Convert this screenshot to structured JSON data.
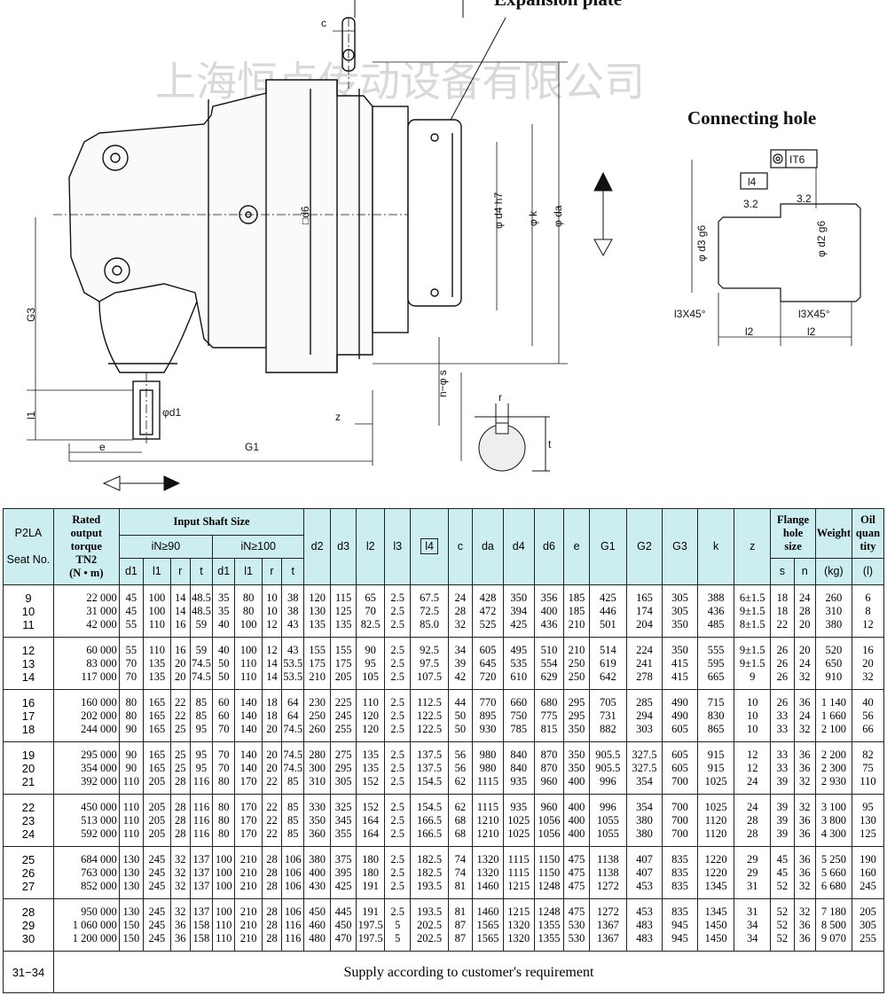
{
  "watermark": "上海恒点传动设备有限公司",
  "drawing": {
    "expansion_plate": "Expansion plate",
    "connecting_hole": "Connecting hole",
    "labels": {
      "c": "c",
      "d6": "□d6",
      "d4h7": "φ d4 h7",
      "k": "φ k",
      "da": "φ da",
      "G3": "G3",
      "l1": "l1",
      "d1": "φd1",
      "e": "e",
      "G1": "G1",
      "z": "z",
      "ns": "n−φ s",
      "r": "r",
      "t": "t",
      "IT6": "IT6",
      "l4": "l4",
      "rough1": "3.2",
      "rough2": "3.2",
      "d3g6": "φ d3 g6",
      "d2g6": "φ d2 g6",
      "chamfer1": "l3X45°",
      "chamfer2": "l3X45°",
      "l2a": "l2",
      "l2b": "l2"
    }
  },
  "table": {
    "head": {
      "model": "P2LA",
      "seat_no": "Seat No.",
      "torque": "Rated\noutput\ntorque\nTN2\n(N • m)",
      "input_shaft": "Input Shaft Size",
      "in90": "iN≥90",
      "in100": "iN≥100",
      "flange": "Flange\nhole\nsize",
      "weight": "Weight",
      "weight_unit": "(kg)",
      "oil": "Oil\nquan\ntity",
      "oil_unit": "(l)",
      "sub": [
        "d1",
        "l1",
        "r",
        "t",
        "d1",
        "l1",
        "r",
        "t"
      ],
      "dims": [
        "d2",
        "d3",
        "l2",
        "l3",
        "l4",
        "c",
        "da",
        "d4",
        "d6",
        "e",
        "G1",
        "G2",
        "G3",
        "k",
        "z"
      ],
      "flange_sub": [
        "s",
        "n"
      ]
    },
    "groups": [
      {
        "seat": "9\n10\n11",
        "torque": "22 000\n31 000\n42 000",
        "cols": [
          "45\n45\n55",
          "100\n100\n110",
          "14\n14\n16",
          "48.5\n48.5\n59",
          "35\n35\n40",
          "80\n80\n100",
          "10\n10\n12",
          "38\n38\n43",
          "120\n130\n135",
          "115\n125\n135",
          "65\n70\n82.5",
          "2.5\n2.5\n2.5",
          "67.5\n72.5\n85.0",
          "24\n28\n32",
          "428\n472\n525",
          "350\n394\n425",
          "356\n400\n436",
          "185\n185\n210",
          "425\n446\n501",
          "165\n174\n204",
          "305\n305\n350",
          "388\n436\n485",
          "6±1.5\n9±1.5\n8±1.5",
          "18\n18\n22",
          "24\n28\n20",
          "260\n310\n380",
          "6\n8\n12"
        ]
      },
      {
        "seat": "12\n13\n14",
        "torque": "60 000\n83 000\n117 000",
        "cols": [
          "55\n70\n70",
          "110\n135\n135",
          "16\n20\n20",
          "59\n74.5\n74.5",
          "40\n50\n50",
          "100\n110\n110",
          "12\n14\n14",
          "43\n53.5\n53.5",
          "155\n175\n210",
          "155\n175\n205",
          "90\n95\n105",
          "2.5\n2.5\n2.5",
          "92.5\n97.5\n107.5",
          "34\n39\n42",
          "605\n645\n720",
          "495\n535\n610",
          "510\n554\n629",
          "210\n250\n250",
          "514\n619\n642",
          "224\n241\n278",
          "350\n415\n415",
          "555\n595\n665",
          "9±1.5\n9±1.5\n9",
          "26\n26\n26",
          "20\n24\n32",
          "520\n650\n910",
          "16\n20\n32"
        ]
      },
      {
        "seat": "16\n17\n18",
        "torque": "160 000\n202 000\n244 000",
        "cols": [
          "80\n80\n90",
          "165\n165\n165",
          "22\n22\n25",
          "85\n85\n95",
          "60\n60\n70",
          "140\n140\n140",
          "18\n18\n20",
          "64\n64\n74.5",
          "230\n250\n260",
          "225\n245\n255",
          "110\n120\n120",
          "2.5\n2.5\n2.5",
          "112.5\n122.5\n122.5",
          "44\n50\n50",
          "770\n895\n930",
          "660\n750\n785",
          "680\n775\n815",
          "295\n295\n350",
          "705\n731\n882",
          "285\n294\n303",
          "490\n490\n605",
          "715\n830\n865",
          "10\n10\n10",
          "26\n33\n33",
          "36\n24\n32",
          "1 140\n1 660\n2 100",
          "40\n56\n66"
        ]
      },
      {
        "seat": "19\n20\n21",
        "torque": "295 000\n354 000\n392 000",
        "cols": [
          "90\n90\n110",
          "165\n165\n205",
          "25\n25\n28",
          "95\n95\n116",
          "70\n70\n80",
          "140\n140\n170",
          "20\n20\n22",
          "74.5\n74.5\n85",
          "280\n300\n310",
          "275\n295\n305",
          "135\n135\n152",
          "2.5\n2.5\n2.5",
          "137.5\n137.5\n154.5",
          "56\n56\n62",
          "980\n980\n1115",
          "840\n840\n935",
          "870\n870\n960",
          "350\n350\n400",
          "905.5\n905.5\n996",
          "327.5\n327.5\n354",
          "605\n605\n700",
          "915\n915\n1025",
          "12\n12\n24",
          "33\n33\n39",
          "36\n36\n32",
          "2 200\n2 300\n2 930",
          "82\n75\n110"
        ]
      },
      {
        "seat": "22\n23\n24",
        "torque": "450 000\n513 000\n592 000",
        "cols": [
          "110\n110\n110",
          "205\n205\n205",
          "28\n28\n28",
          "116\n116\n116",
          "80\n80\n80",
          "170\n170\n170",
          "22\n22\n22",
          "85\n85\n85",
          "330\n350\n360",
          "325\n345\n355",
          "152\n164\n164",
          "2.5\n2.5\n2.5",
          "154.5\n166.5\n166.5",
          "62\n68\n68",
          "1115\n1210\n1210",
          "935\n1025\n1025",
          "960\n1056\n1056",
          "400\n400\n400",
          "996\n1055\n1055",
          "354\n380\n380",
          "700\n700\n700",
          "1025\n1120\n1120",
          "24\n28\n28",
          "39\n39\n39",
          "32\n36\n36",
          "3 100\n3 800\n4 300",
          "95\n130\n125"
        ]
      },
      {
        "seat": "25\n26\n27",
        "torque": "684 000\n763 000\n852 000",
        "cols": [
          "130\n130\n130",
          "245\n245\n245",
          "32\n32\n32",
          "137\n137\n137",
          "100\n100\n100",
          "210\n210\n210",
          "28\n28\n28",
          "106\n106\n106",
          "380\n400\n430",
          "375\n395\n425",
          "180\n180\n191",
          "2.5\n2.5\n2.5",
          "182.5\n182.5\n193.5",
          "74\n74\n81",
          "1320\n1320\n1460",
          "1115\n1115\n1215",
          "1150\n1150\n1248",
          "475\n475\n475",
          "1138\n1138\n1272",
          "407\n407\n453",
          "835\n835\n835",
          "1220\n1220\n1345",
          "29\n29\n31",
          "45\n45\n52",
          "36\n36\n32",
          "5 250\n5 660\n6 680",
          "190\n160\n245"
        ]
      },
      {
        "seat": "28\n29\n30",
        "torque": "950 000\n1 060 000\n1 200 000",
        "cols": [
          "130\n150\n150",
          "245\n245\n245",
          "32\n36\n36",
          "137\n158\n158",
          "100\n110\n110",
          "210\n210\n210",
          "28\n28\n28",
          "106\n116\n116",
          "450\n460\n480",
          "445\n450\n470",
          "191\n197.5\n197.5",
          "2.5\n5\n5",
          "193.5\n202.5\n202.5",
          "81\n87\n87",
          "1460\n1565\n1565",
          "1215\n1320\n1320",
          "1248\n1355\n1355",
          "475\n530\n530",
          "1272\n1367\n1367",
          "453\n483\n483",
          "835\n945\n945",
          "1345\n1450\n1450",
          "31\n34\n34",
          "52\n52\n52",
          "32\n36\n36",
          "7 180\n8 500\n9 070",
          "205\n305\n255"
        ]
      }
    ],
    "footer": {
      "seat": "31−34",
      "text": "Supply according to customer's requirement"
    }
  }
}
